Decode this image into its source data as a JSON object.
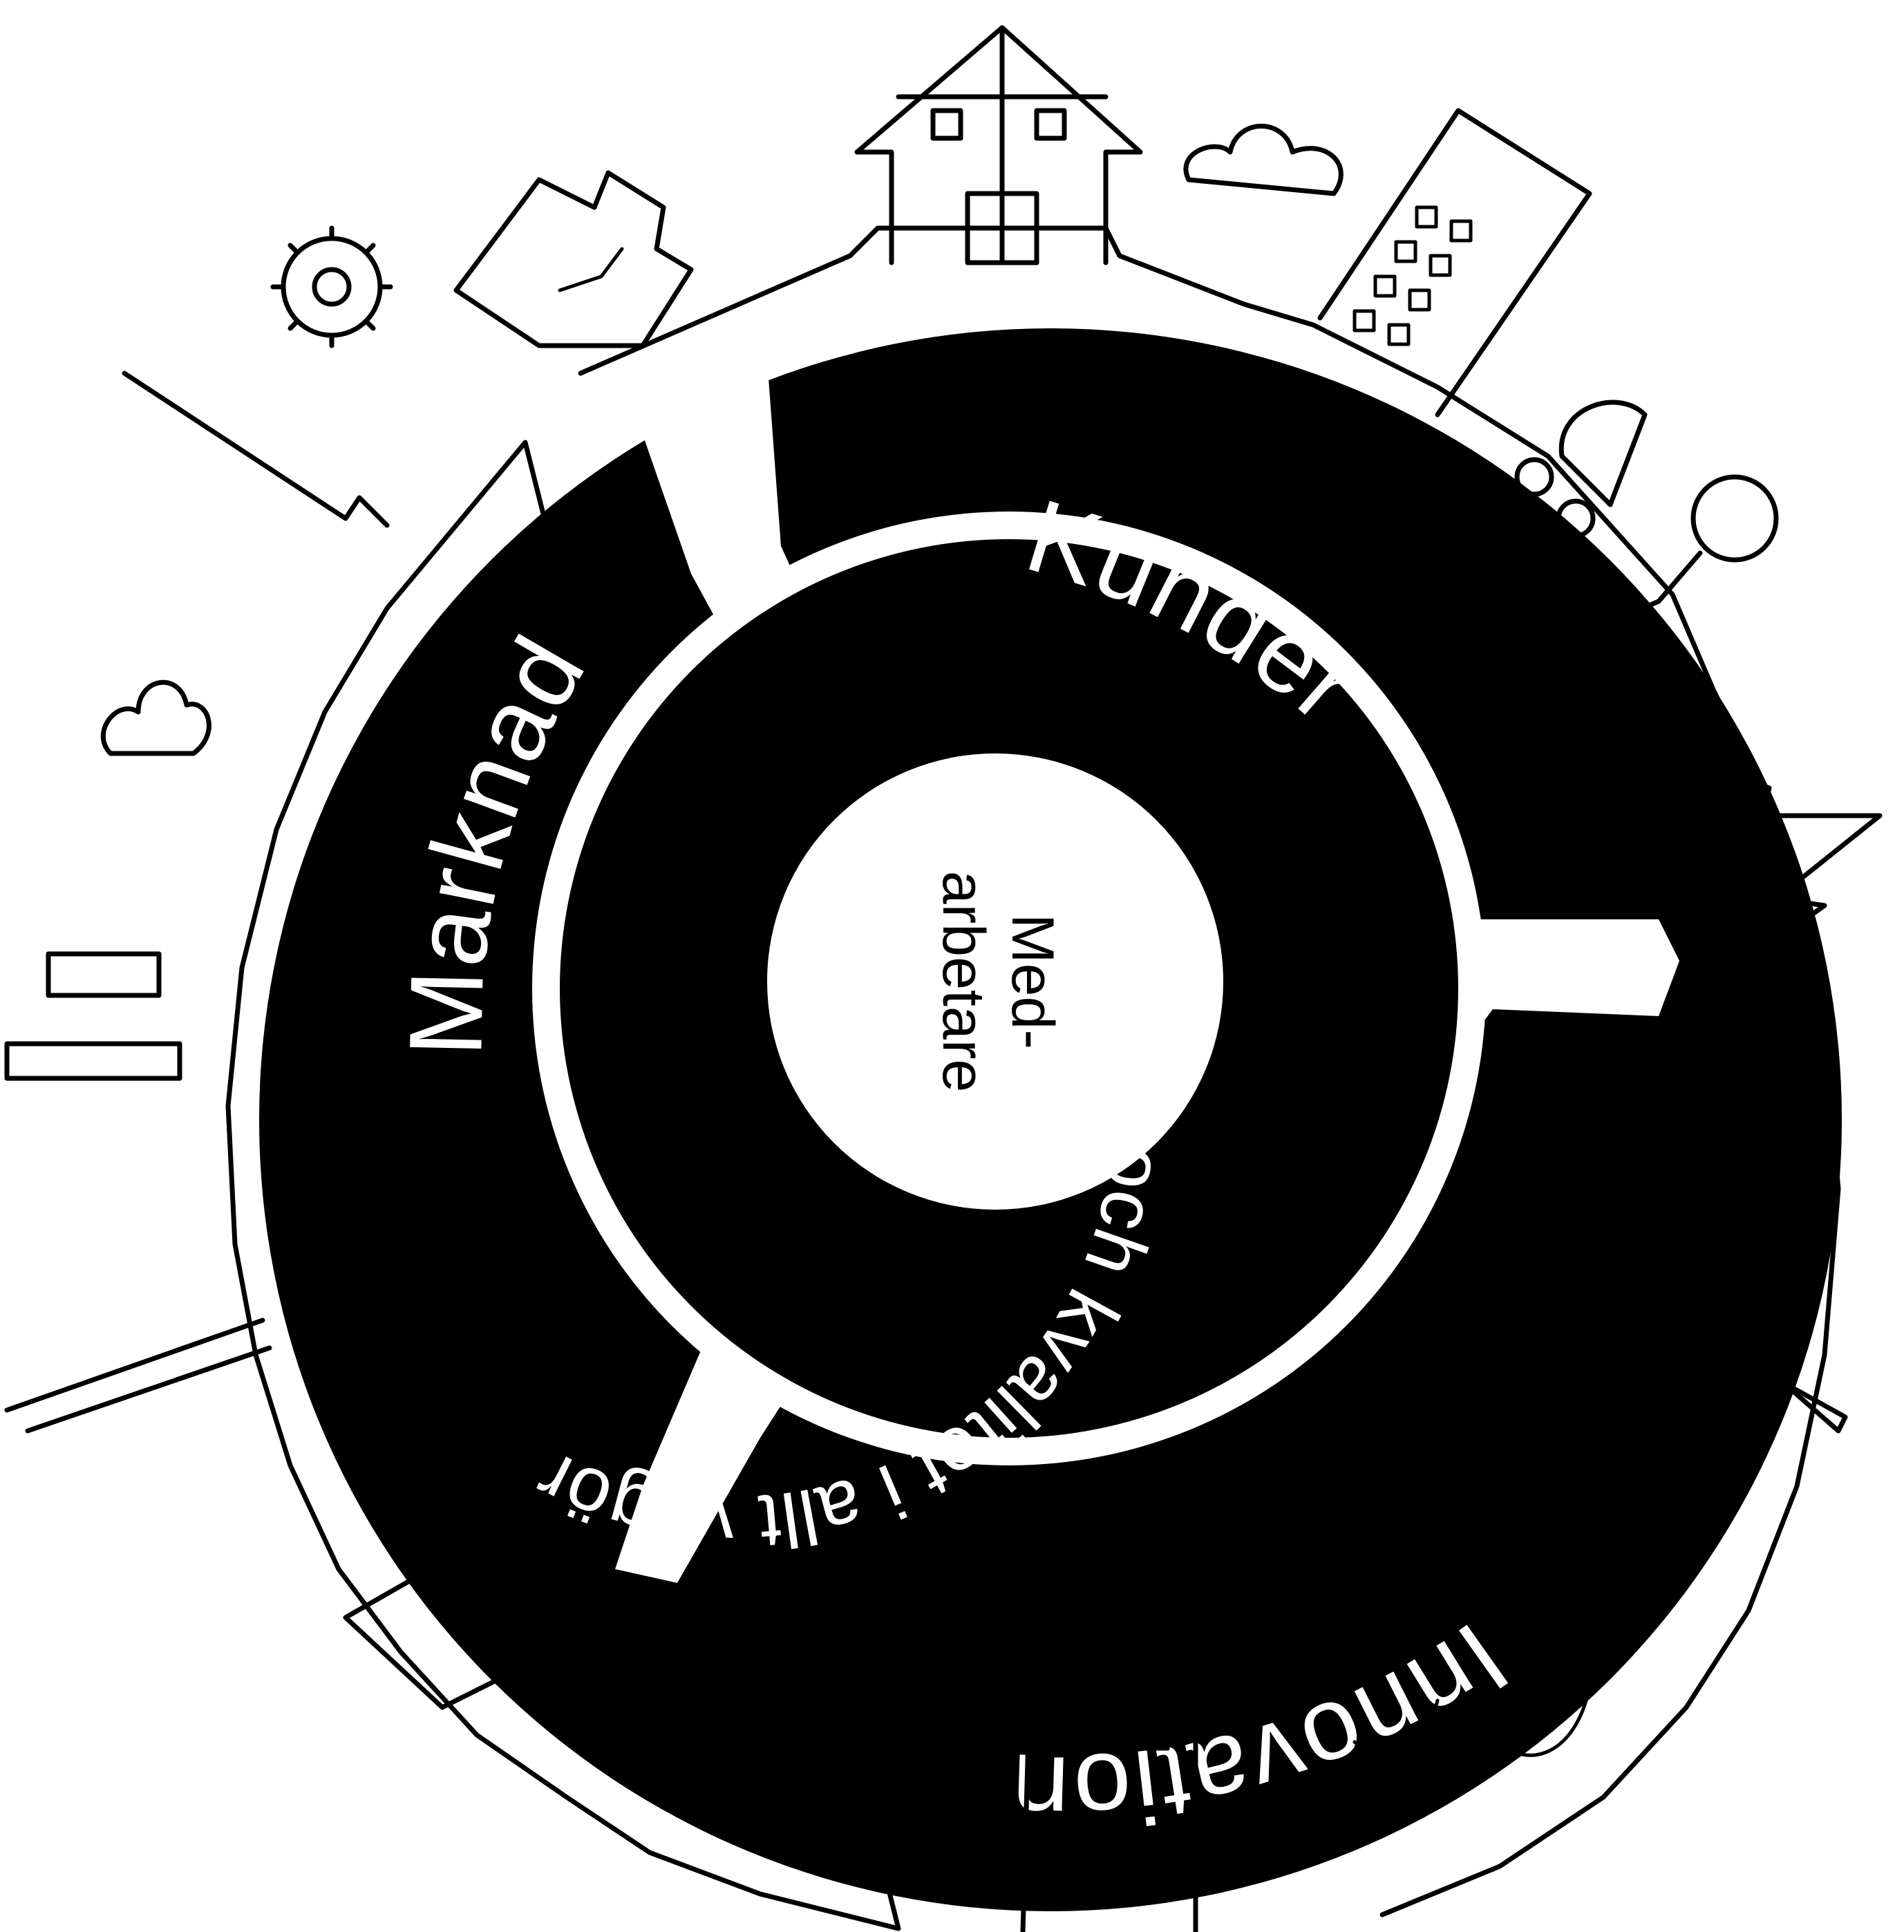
{
  "diagram": {
    "outer_segments": [
      {
        "id": "kunder",
        "label": "Kunder"
      },
      {
        "id": "innovation",
        "label": "Innovation"
      },
      {
        "id": "marknad",
        "label": "Marknad"
      }
    ],
    "inner_ring_text": "Effektivitet och kvalitet i allt vi gör",
    "center_lines": [
      "Med-",
      "arbetare"
    ],
    "colors": {
      "ink": "#000000",
      "paper": "#ffffff"
    },
    "icons": [
      "house-icon",
      "cloud-icon",
      "office-building-icon",
      "gear-icon",
      "factory-icon",
      "stroller-icon",
      "person-icon",
      "tree-icon",
      "bus-icon",
      "wind-turbine-icon",
      "bicycle-icon",
      "waves-icon",
      "apartment-building-icon",
      "crane-icon",
      "industrial-chimney-icon",
      "skyline-icon"
    ]
  }
}
